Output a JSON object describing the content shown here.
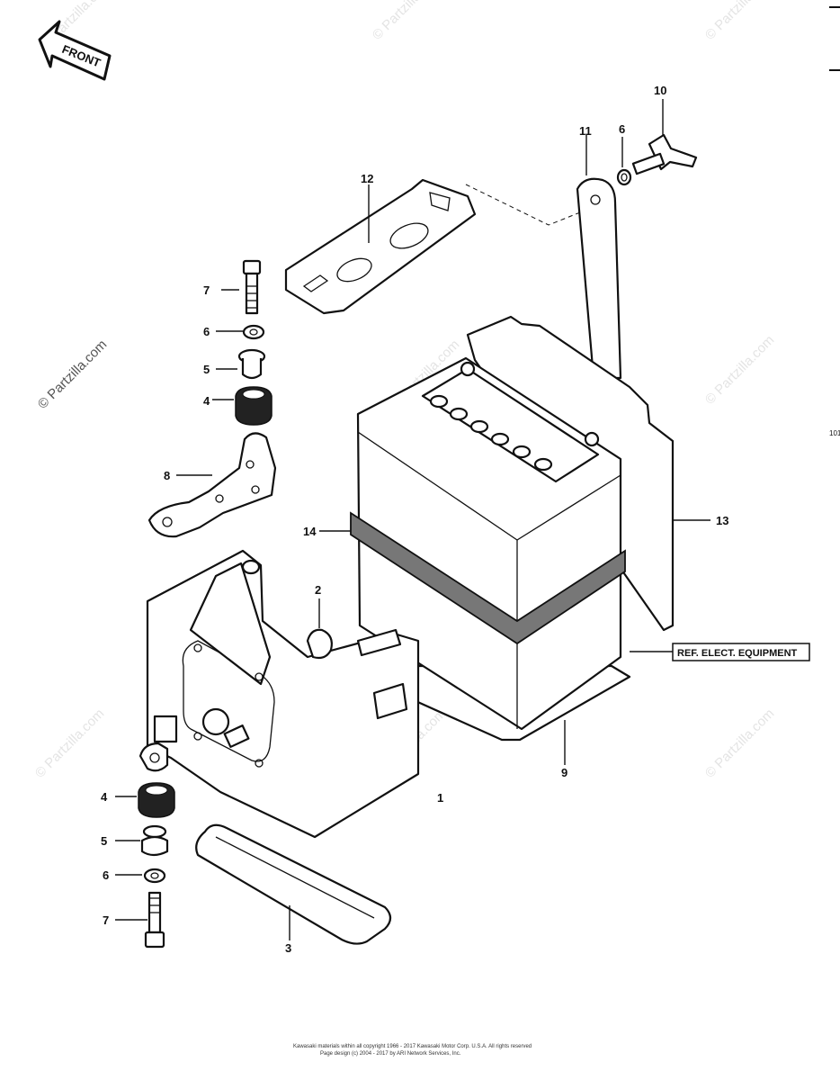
{
  "front_label": "FRONT",
  "ref_note": "REF. ELECT. EQUIPMENT",
  "watermark": "© Partzilla.com",
  "copyright_line1": "Kawasaki materials within all copyright 1966 - 2017  Kawasaki Motor Corp. U.S.A.  All rights reserved",
  "copyright_line2": "Page design (c) 2004 - 2017 by ARI Network Services, Inc.",
  "edge_mark": "101",
  "callouts": {
    "p1": "1",
    "p2": "2",
    "p3": "3",
    "p4a": "4",
    "p4b": "4",
    "p5a": "5",
    "p5b": "5",
    "p6a": "6",
    "p6b": "6",
    "p6c": "6",
    "p7a": "7",
    "p7b": "7",
    "p8": "8",
    "p9": "9",
    "p10": "10",
    "p11": "11",
    "p12": "12",
    "p13": "13",
    "p14": "14"
  }
}
